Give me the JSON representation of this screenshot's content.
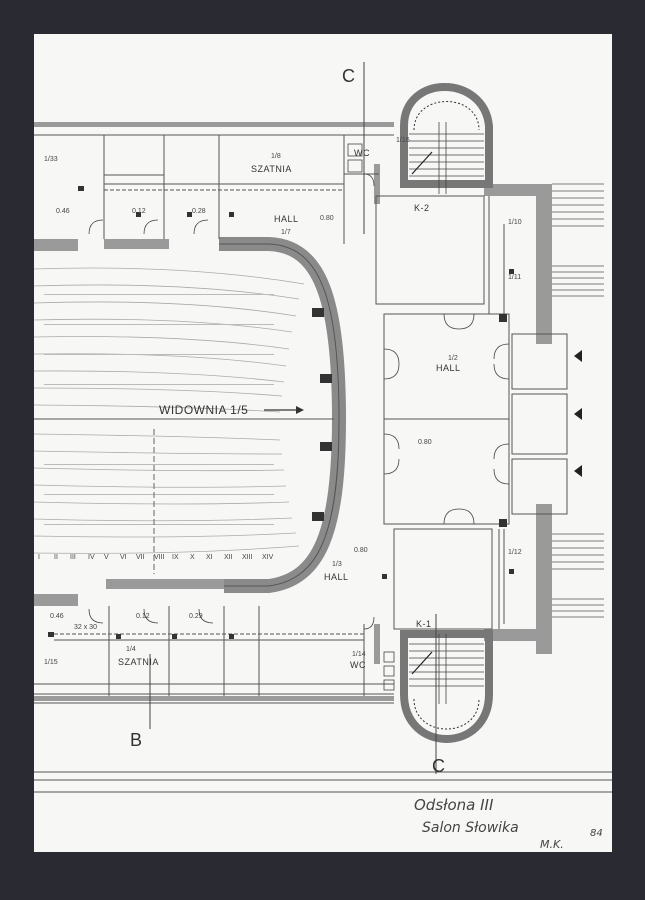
{
  "axes": {
    "top_c": "C",
    "bottom_c": "C",
    "b": "B"
  },
  "rooms": {
    "widownia": "WIDOWNIA 1/5",
    "hall_top": "HALL",
    "hall_top_num": "1/7",
    "hall_center": "HALL",
    "hall_center_num": "1/2",
    "hall_bottom": "HALL",
    "hall_bottom_num": "1/3",
    "szatnia_top": "SZATNIA",
    "szatnia_top_num": "1/8",
    "szatnia_bottom": "SZATNIA",
    "szatnia_bottom_num": "1/4",
    "wc_top": "WC",
    "wc_bottom": "WC",
    "k2": "K-2",
    "k1": "K-1",
    "r110": "1/10",
    "r111": "1/11",
    "r112": "1/12",
    "r114": "1/14",
    "r115": "1/15",
    "r116": "1/16",
    "r133": "1/33"
  },
  "dims": {
    "d046_top": "0.46",
    "d012_top": "0.12",
    "d028_top": "0.28",
    "d080_top": "0.80",
    "d080_mid": "0.80",
    "d080_bot": "0.80",
    "d046_bot": "0.46",
    "d012_bot": "0.12",
    "d029_bot": "0.29",
    "d_32x30": "32 x 30"
  },
  "rows": [
    "I",
    "II",
    "III",
    "IV",
    "V",
    "VI",
    "VII",
    "VIII",
    "IX",
    "X",
    "XI",
    "XII",
    "XIII",
    "XIV"
  ],
  "handwriting": {
    "line1": "Odsłona III",
    "line2": "Salon Słowika",
    "line3": "M.K.",
    "page_no": "84"
  },
  "colors": {
    "paper": "#f7f7f5",
    "background": "#2a2a33",
    "ink": "#333333",
    "wall": "#8c8c8c"
  }
}
